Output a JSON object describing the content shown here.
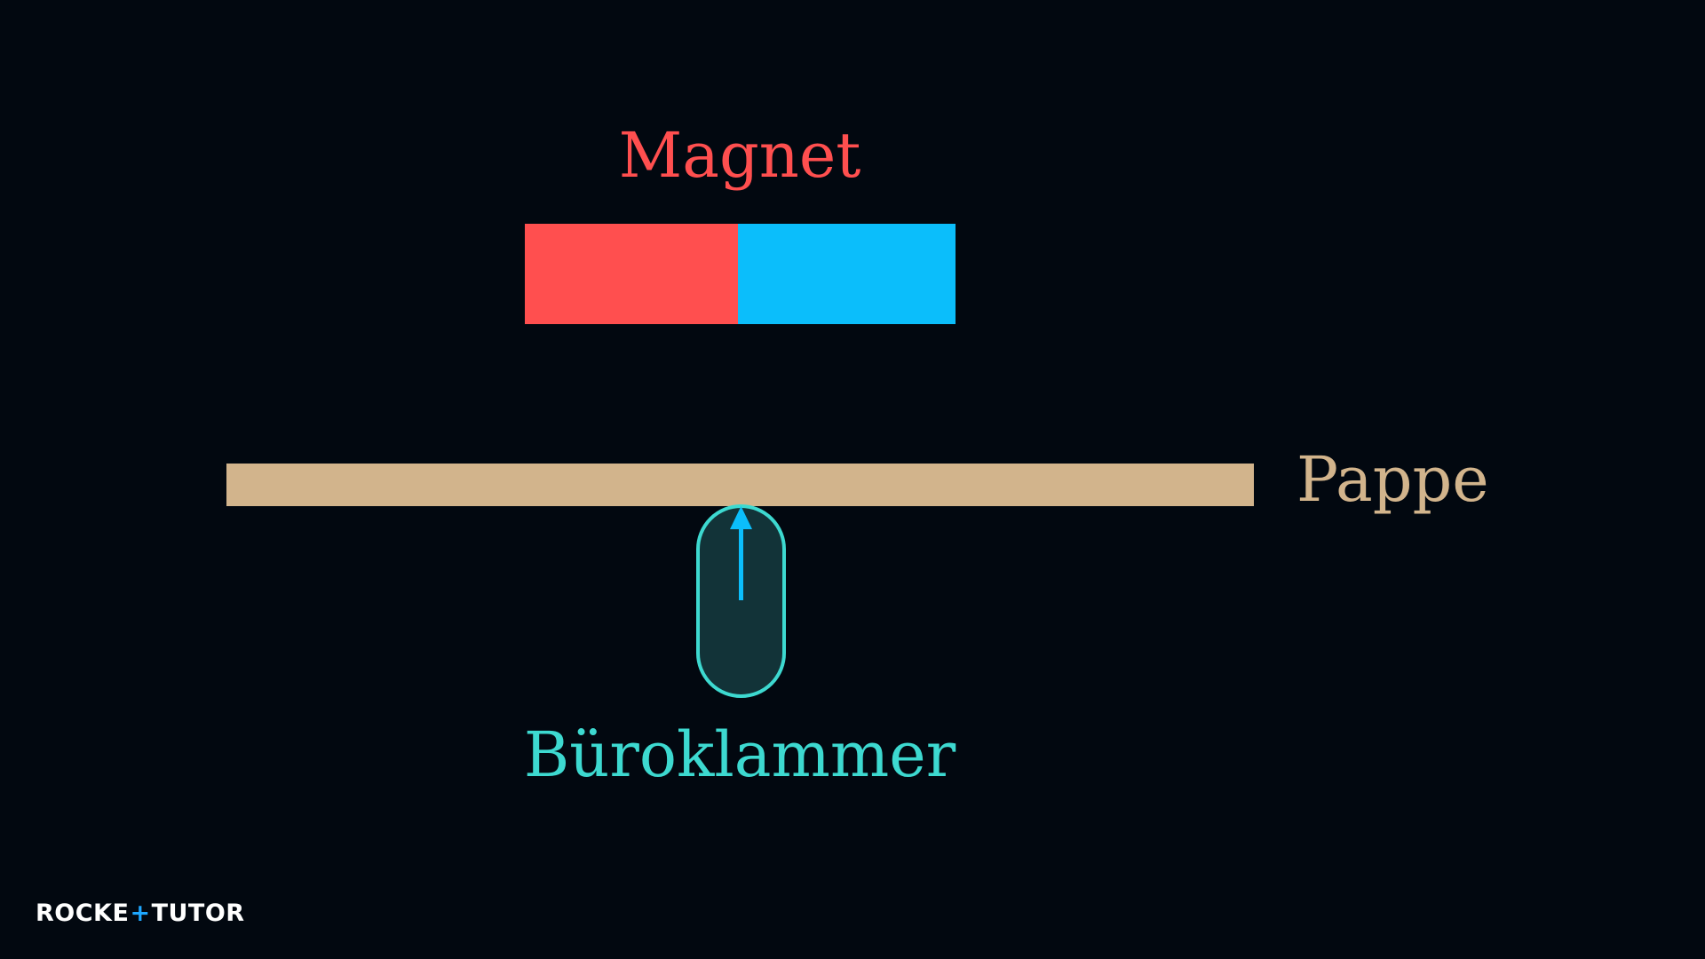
{
  "diagram": {
    "magnet": {
      "label": "Magnet",
      "label_color": "#ff4f4f",
      "north_color": "#ff4f4f",
      "south_color": "#0bbefb"
    },
    "cardboard": {
      "label": "Pappe",
      "color": "#d2b48c"
    },
    "paperclip": {
      "label": "Büroklammer",
      "outline_color": "#3dd9d0",
      "fill_color": "#123338",
      "arrow_color": "#0bbefb"
    }
  },
  "branding": {
    "logo_part1": "ROCKE",
    "logo_plus": "+",
    "logo_part2": "TUTOR",
    "logo_accent_color": "#1ea7ff"
  }
}
